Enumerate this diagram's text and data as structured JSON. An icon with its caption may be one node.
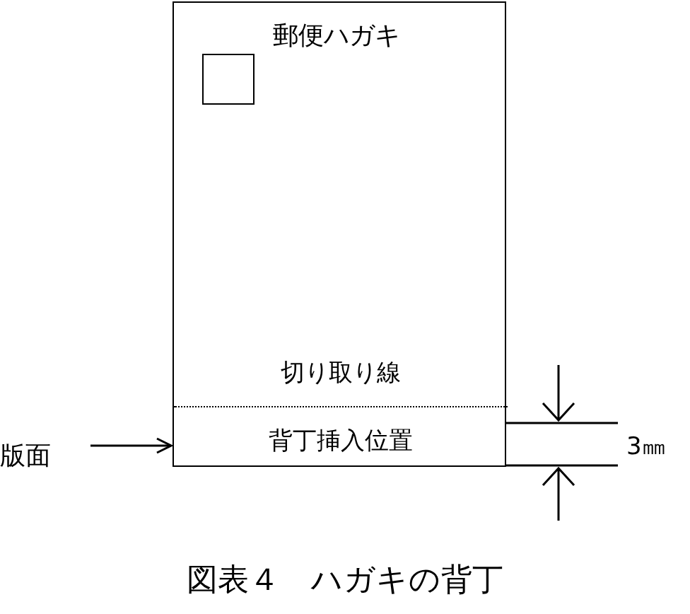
{
  "diagram": {
    "caption": "図表４　ハガキの背丁",
    "nodes": [
      {
        "text": [
          "郵便ハガキ"
        ]
      },
      {
        "text": [],
        "shape": "box",
        "in": 0
      },
      {
        "text": [
          "背丁挿入位置"
        ],
        "in": 0
      },
      {
        "text": [
          "版面"
        ]
      }
    ],
    "edges": [
      {
        "from": 3,
        "to": 2,
        "arrow": "to"
      }
    ],
    "labels": [
      "切り取り線",
      "3㎜"
    ]
  }
}
